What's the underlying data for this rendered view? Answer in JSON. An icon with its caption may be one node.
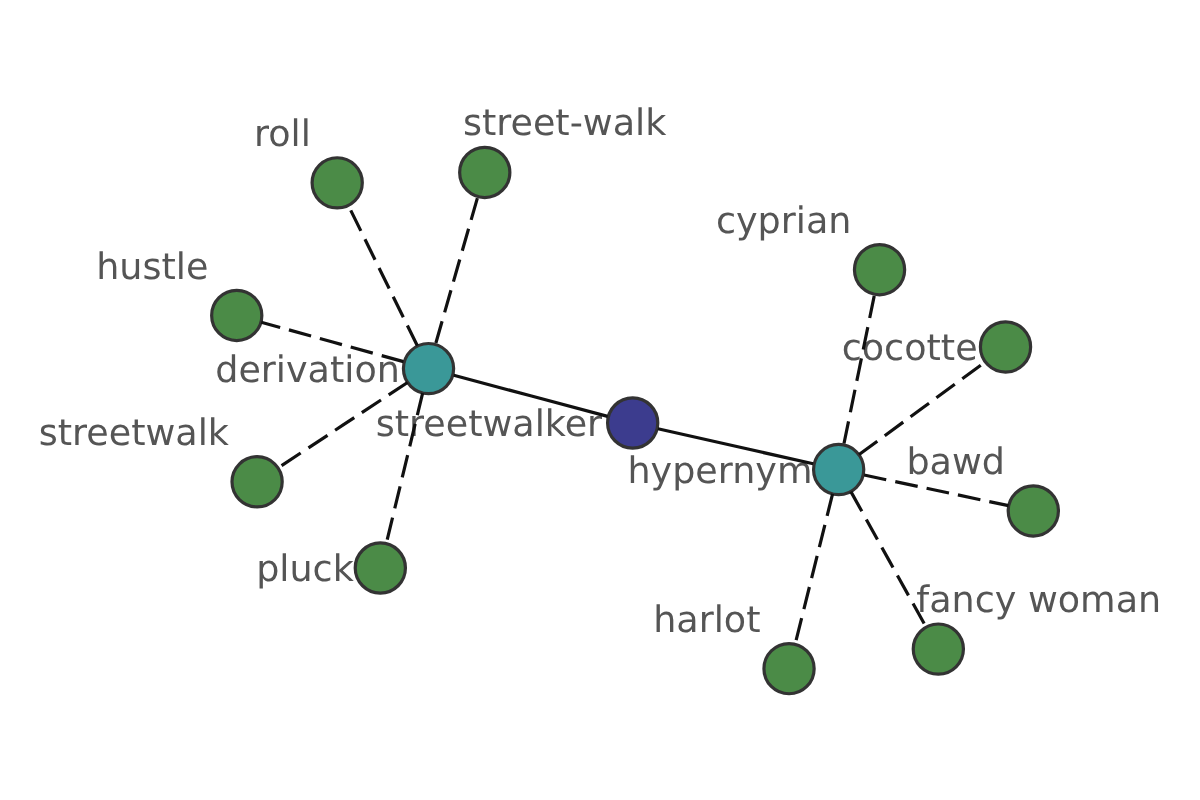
{
  "diagram": {
    "nodes": [
      {
        "text": [
          "hustle"
        ]
      },
      {
        "text": [
          "streetwalker"
        ]
      },
      {
        "text": [
          "harlot"
        ]
      },
      {
        "text": [
          "derivation"
        ]
      },
      {
        "text": [
          "streetwalk"
        ]
      },
      {
        "text": [
          "cocotte"
        ]
      },
      {
        "text": [
          "roll"
        ]
      },
      {
        "text": [
          "hypernym"
        ]
      },
      {
        "text": [
          "pluck"
        ]
      },
      {
        "text": [
          "bawd"
        ]
      },
      {
        "text": [
          "street-walk"
        ]
      },
      {
        "text": [
          "fancy woman"
        ]
      },
      {
        "text": [
          "cyprian"
        ]
      }
    ],
    "edges": [
      {
        "from": 1,
        "to": 7,
        "arrow": "none"
      },
      {
        "from": 1,
        "to": 3,
        "arrow": "none"
      },
      {
        "from": 7,
        "to": 2,
        "arrow": "none",
        "style": "dashed"
      },
      {
        "from": 7,
        "to": 5,
        "arrow": "none",
        "style": "dashed"
      },
      {
        "from": 7,
        "to": 9,
        "arrow": "none",
        "style": "dashed"
      },
      {
        "from": 7,
        "to": 11,
        "arrow": "none",
        "style": "dashed"
      },
      {
        "from": 7,
        "to": 12,
        "arrow": "none",
        "style": "dashed"
      },
      {
        "from": 3,
        "to": 0,
        "arrow": "none",
        "style": "dashed"
      },
      {
        "from": 3,
        "to": 4,
        "arrow": "none",
        "style": "dashed"
      },
      {
        "from": 3,
        "to": 6,
        "arrow": "none",
        "style": "dashed"
      },
      {
        "from": 3,
        "to": 8,
        "arrow": "none",
        "style": "dashed"
      },
      {
        "from": 3,
        "to": 10,
        "arrow": "none",
        "style": "dashed"
      }
    ]
  }
}
